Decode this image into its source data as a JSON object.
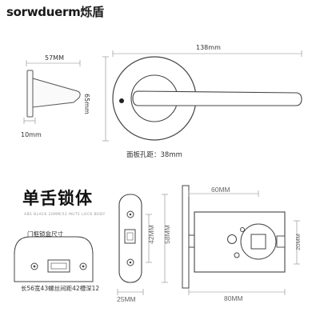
{
  "brand": "sorwduerm烁盾",
  "handle_dims": {
    "width_total": "138mm",
    "lever_len": "57MM",
    "rose_height": "65mm",
    "lever_thick": "10mm",
    "hole_spacing_label": "面板孔距：38mm"
  },
  "lock_body": {
    "title": "单舌锁体",
    "subtitle": "ABS BLACK 20MM/52 MUTE LOCK BODY",
    "frame_label": "门框锁盒尺寸",
    "frame_note": "长56宽43螺丝间距42槽深12",
    "dims": {
      "backset": "60MM",
      "body_length": "80MM",
      "faceplate_width": "25MM",
      "screw_spacing": "42MM",
      "faceplate_height": "58MM",
      "body_height": "20MM"
    }
  }
}
